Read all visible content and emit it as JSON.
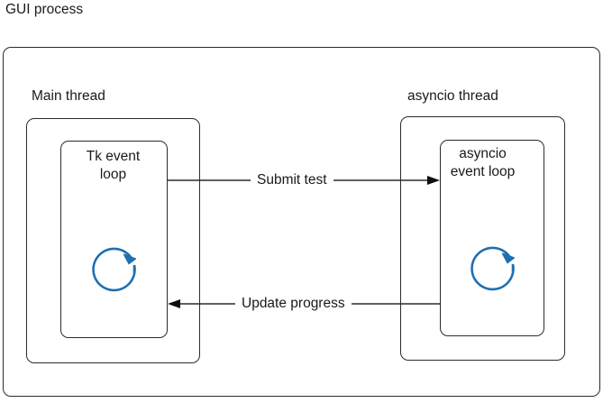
{
  "diagram": {
    "title": "GUI process",
    "colors": {
      "stroke": "#2b2b2b",
      "text": "#1a1a1a",
      "loop_accent": "#1f6fb2",
      "background": "#ffffff"
    },
    "containers": [
      {
        "id": "gui-process",
        "label": "GUI process",
        "label_position": "outside-top-left"
      },
      {
        "id": "main-thread",
        "label": "Main thread",
        "label_position": "outside-top-left"
      },
      {
        "id": "asyncio-thread",
        "label": "asyncio thread",
        "label_position": "outside-top-left"
      }
    ],
    "nodes": [
      {
        "id": "tk-event-loop",
        "line1": "Tk event",
        "line2": "loop",
        "icon": "circular-arrow-icon",
        "icon_direction": "clockwise"
      },
      {
        "id": "asyncio-event-loop",
        "line1": "asyncio",
        "line2": "event loop",
        "icon": "circular-arrow-icon",
        "icon_direction": "clockwise"
      }
    ],
    "arrows": [
      {
        "id": "submit-test",
        "label": "Submit test",
        "from": "tk-event-loop",
        "to": "asyncio-event-loop",
        "direction": "right"
      },
      {
        "id": "update-progress",
        "label": "Update progress",
        "from": "asyncio-event-loop",
        "to": "tk-event-loop",
        "direction": "left"
      }
    ]
  }
}
